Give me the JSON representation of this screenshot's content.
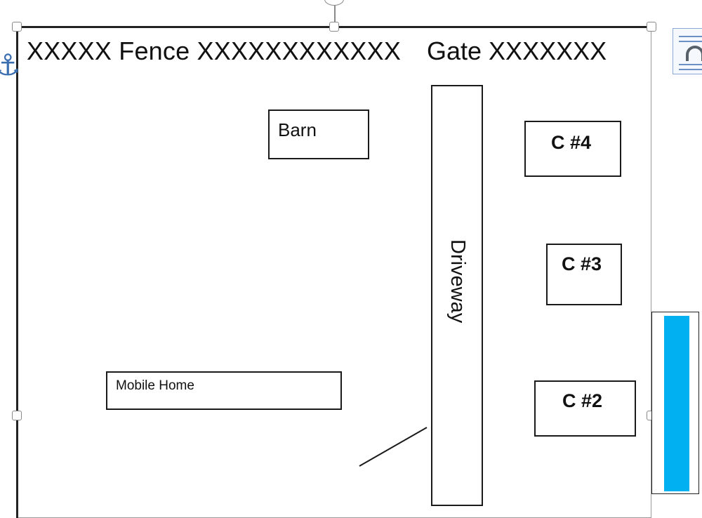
{
  "diagram": {
    "fence_label": "XXXXX Fence XXXXXXXXXXXX",
    "gate_label": "Gate XXXXXXX",
    "barn_label": "Barn",
    "mobile_home_label": "Mobile Home",
    "driveway_label": "Driveway",
    "c4_label": "C #4",
    "c3_label": "C #3",
    "c2_label": "C #2"
  },
  "colors": {
    "outline": "#1a1a1a",
    "selection": "#8a8a8a",
    "blue_bar": "#00b0f0",
    "anchor": "#3b6fb0"
  },
  "icons": {
    "anchor": "anchor-icon",
    "layout_options": "layout-options-icon",
    "rotate": "rotate-handle-icon"
  }
}
